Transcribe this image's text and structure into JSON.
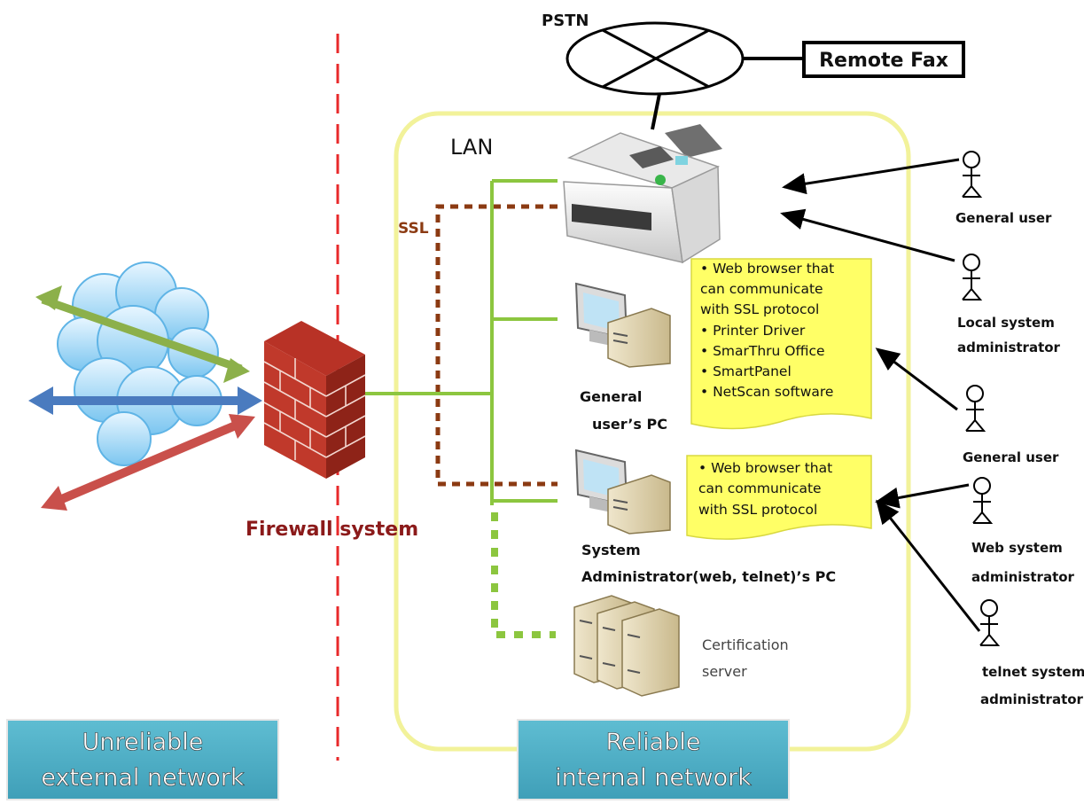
{
  "diagram": {
    "pstn_label": "PSTN",
    "remote_fax_label": "Remote Fax",
    "lan_label": "LAN",
    "ssl_label": "SSL",
    "firewall_label": "Firewall system",
    "general_pc_label": [
      "General",
      "user’s PC"
    ],
    "admin_pc_label": [
      "System",
      "Administrator(web, telnet)’s PC"
    ],
    "cert_server_label": [
      "Certification",
      "server"
    ],
    "note_general": [
      "• Web browser that",
      "can communicate",
      "with SSL protocol",
      "• Printer Driver",
      "• SmarThru Office",
      "• SmartPanel",
      "• NetScan software"
    ],
    "note_admin": [
      "• Web browser that",
      "can communicate",
      "with SSL protocol"
    ],
    "actors": {
      "general_user_1": [
        "General user"
      ],
      "local_admin": [
        "Local system",
        "administrator"
      ],
      "general_user_2": [
        "General user"
      ],
      "web_admin": [
        "Web system",
        "administrator"
      ],
      "telnet_admin": [
        "telnet system",
        "administrator"
      ]
    },
    "zone_external": [
      "Unreliable",
      "external network"
    ],
    "zone_internal": [
      "Reliable",
      "internal network"
    ],
    "colors": {
      "lan_border": "#f2f29a",
      "green_line": "#8cc63f",
      "ssl_dotted": "#8b3a12",
      "firewall_red": "#e8282a",
      "firewall_text": "#8b1a1a",
      "note_fill": "#ffff66",
      "zone_fill": "#4badc4",
      "arrow_green": "#8cb04a",
      "arrow_blue": "#4a7bbf",
      "arrow_red": "#c9504b"
    }
  }
}
